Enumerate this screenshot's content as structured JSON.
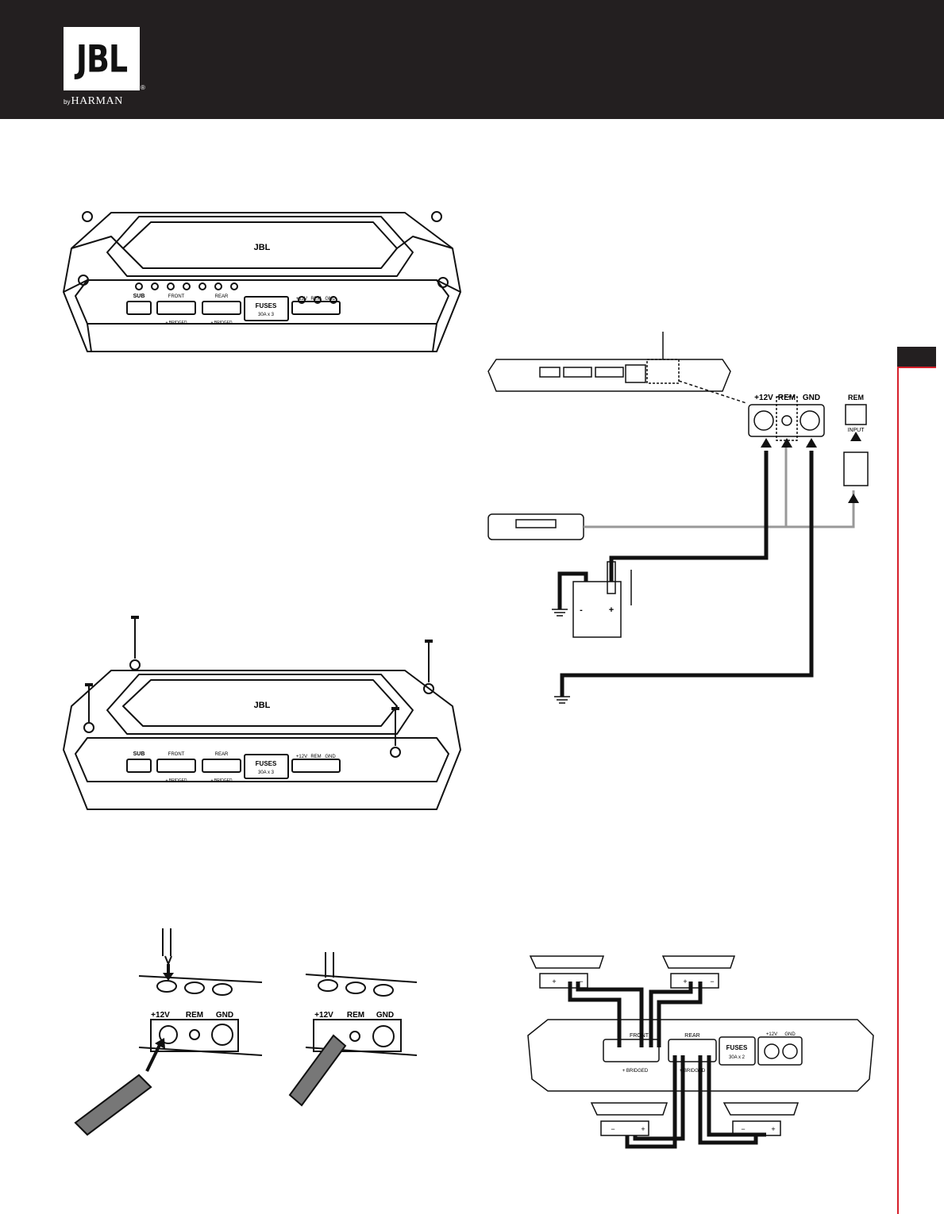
{
  "brand": {
    "logo": "JBL",
    "registered": "®",
    "by": "by",
    "company": "HARMAN"
  },
  "amplifier_top": {
    "logo": "JBL",
    "sub_label": "SUB",
    "front_label": "FRONT",
    "rear_label": "REAR",
    "bridged_label": "+ BRIDGED",
    "fuses_label": "FUSES",
    "fuses_rating": "30A x 3",
    "plus12_label": "+12V",
    "rem_label": "REM",
    "gnd_label": "GND"
  },
  "power_wiring": {
    "plus12_label": "+12V",
    "rem_label": "REM",
    "gnd_label": "GND",
    "rem_input_label": "REM",
    "rem_input_sub": "INPUT",
    "battery_minus": "-",
    "battery_plus": "+"
  },
  "terminal_closeup": {
    "plus12_label": "+12V",
    "rem_label": "REM",
    "gnd_label": "GND"
  },
  "speaker_wiring": {
    "front_label": "FRONT",
    "rear_label": "REAR",
    "bridged_label": "+ BRIDGED",
    "fuses_label": "FUSES",
    "fuses_rating": "30A x 2",
    "plus12_label": "+12V",
    "gnd_label": "GND",
    "plus": "+",
    "minus": "−"
  },
  "colors": {
    "header": "#231f20",
    "accent": "#d6202b"
  }
}
